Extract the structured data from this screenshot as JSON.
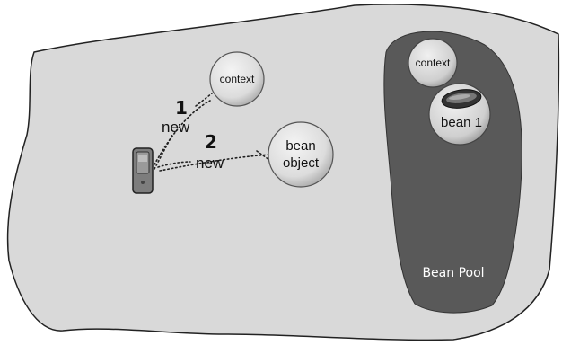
{
  "left_scene": {
    "step_1": {
      "number": "1",
      "keyword": "new"
    },
    "step_2": {
      "number": "2",
      "keyword": "new"
    },
    "context_bubble": {
      "label": "context"
    },
    "bean_bubble": {
      "line_1": "bean",
      "line_2": "object"
    }
  },
  "bean_pool": {
    "title": "Bean Pool",
    "context_bubble": {
      "label": "context"
    },
    "bean_bubble": {
      "label": "bean 1"
    }
  },
  "colors": {
    "blob_fill": "#d9d9d9",
    "pool_fill": "#595959",
    "bubble_fill": "#dcdcdc",
    "line_color": "#222222"
  }
}
